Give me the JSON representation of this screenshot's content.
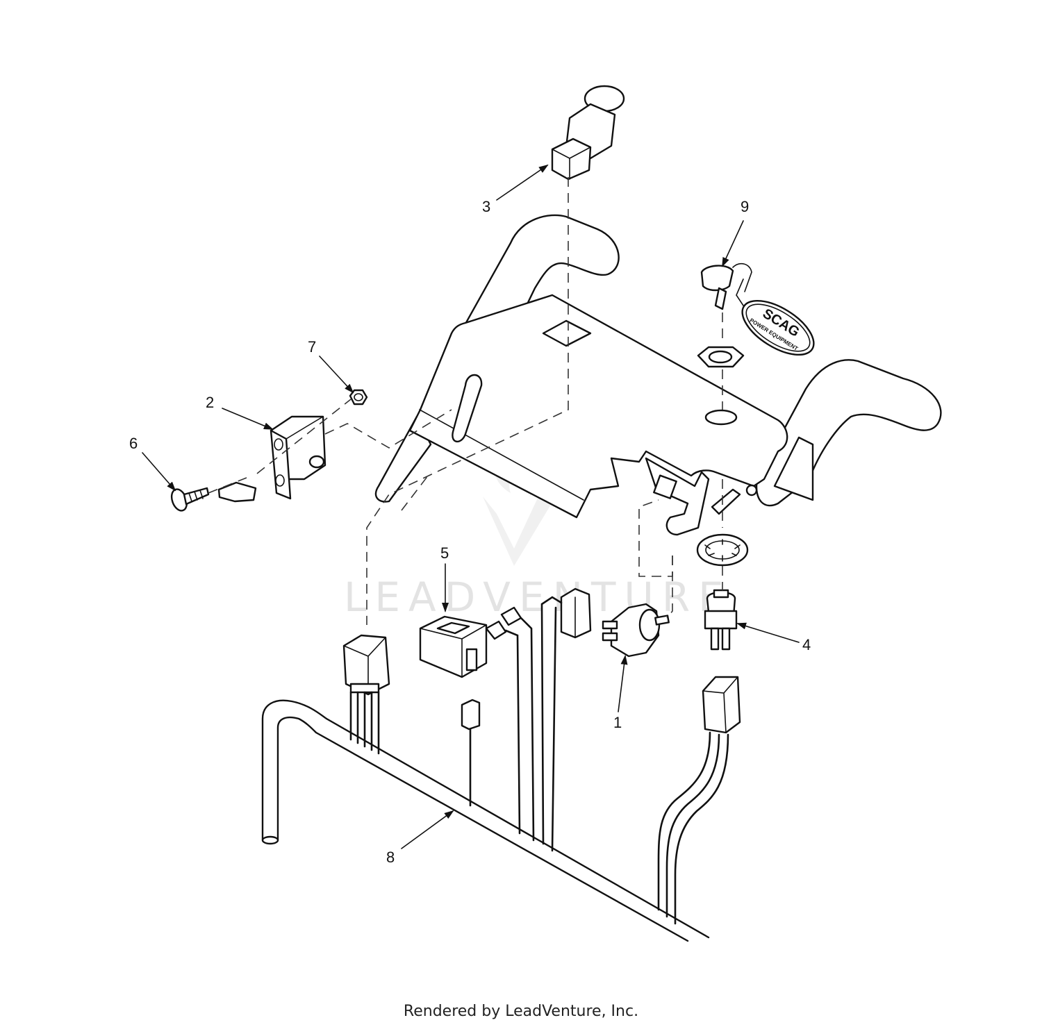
{
  "diagram": {
    "watermark": "LEADVENTURE",
    "keyfob_text": "SCAG",
    "keyfob_subtext": "POWER EQUIPMENT",
    "footer": "Rendered by LeadVenture, Inc.",
    "callouts": [
      {
        "id": "1",
        "label": "1"
      },
      {
        "id": "2",
        "label": "2"
      },
      {
        "id": "3",
        "label": "3"
      },
      {
        "id": "4",
        "label": "4"
      },
      {
        "id": "5",
        "label": "5"
      },
      {
        "id": "6",
        "label": "6"
      },
      {
        "id": "7",
        "label": "7"
      },
      {
        "id": "8",
        "label": "8"
      },
      {
        "id": "9",
        "label": "9"
      }
    ]
  }
}
